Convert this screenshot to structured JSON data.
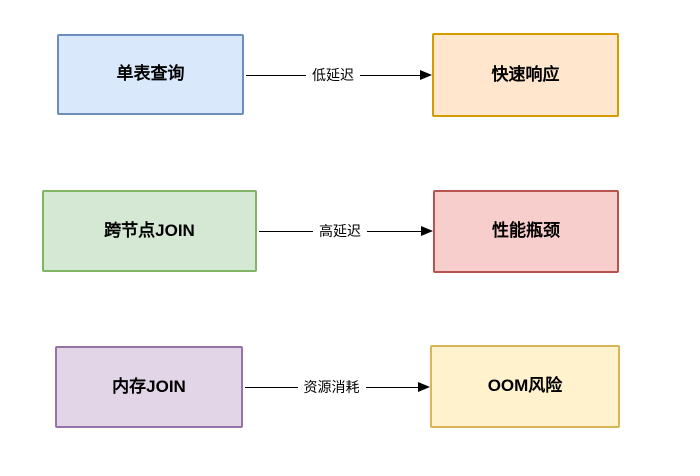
{
  "canvas": {
    "background": "#ffffff"
  },
  "diagram": {
    "rows": [
      {
        "source": {
          "label": "单表查询",
          "fill": "#dae8fc",
          "border": "#6c8ebf",
          "text_color": "#000000"
        },
        "edge": {
          "label": "低延迟",
          "line_color": "#000000"
        },
        "target": {
          "label": "快速响应",
          "fill": "#ffe6cc",
          "border": "#d79b00",
          "text_color": "#000000"
        }
      },
      {
        "source": {
          "label": "跨节点JOIN",
          "fill": "#d5e8d4",
          "border": "#82b366",
          "text_color": "#000000"
        },
        "edge": {
          "label": "高延迟",
          "line_color": "#000000"
        },
        "target": {
          "label": "性能瓶颈",
          "fill": "#f8cecc",
          "border": "#b85450",
          "text_color": "#000000"
        }
      },
      {
        "source": {
          "label": "内存JOIN",
          "fill": "#e1d5e7",
          "border": "#9673a6",
          "text_color": "#000000"
        },
        "edge": {
          "label": "资源消耗",
          "line_color": "#000000"
        },
        "target": {
          "label": "OOM风险",
          "fill": "#fff2cc",
          "border": "#d6b656",
          "text_color": "#000000"
        }
      }
    ]
  }
}
